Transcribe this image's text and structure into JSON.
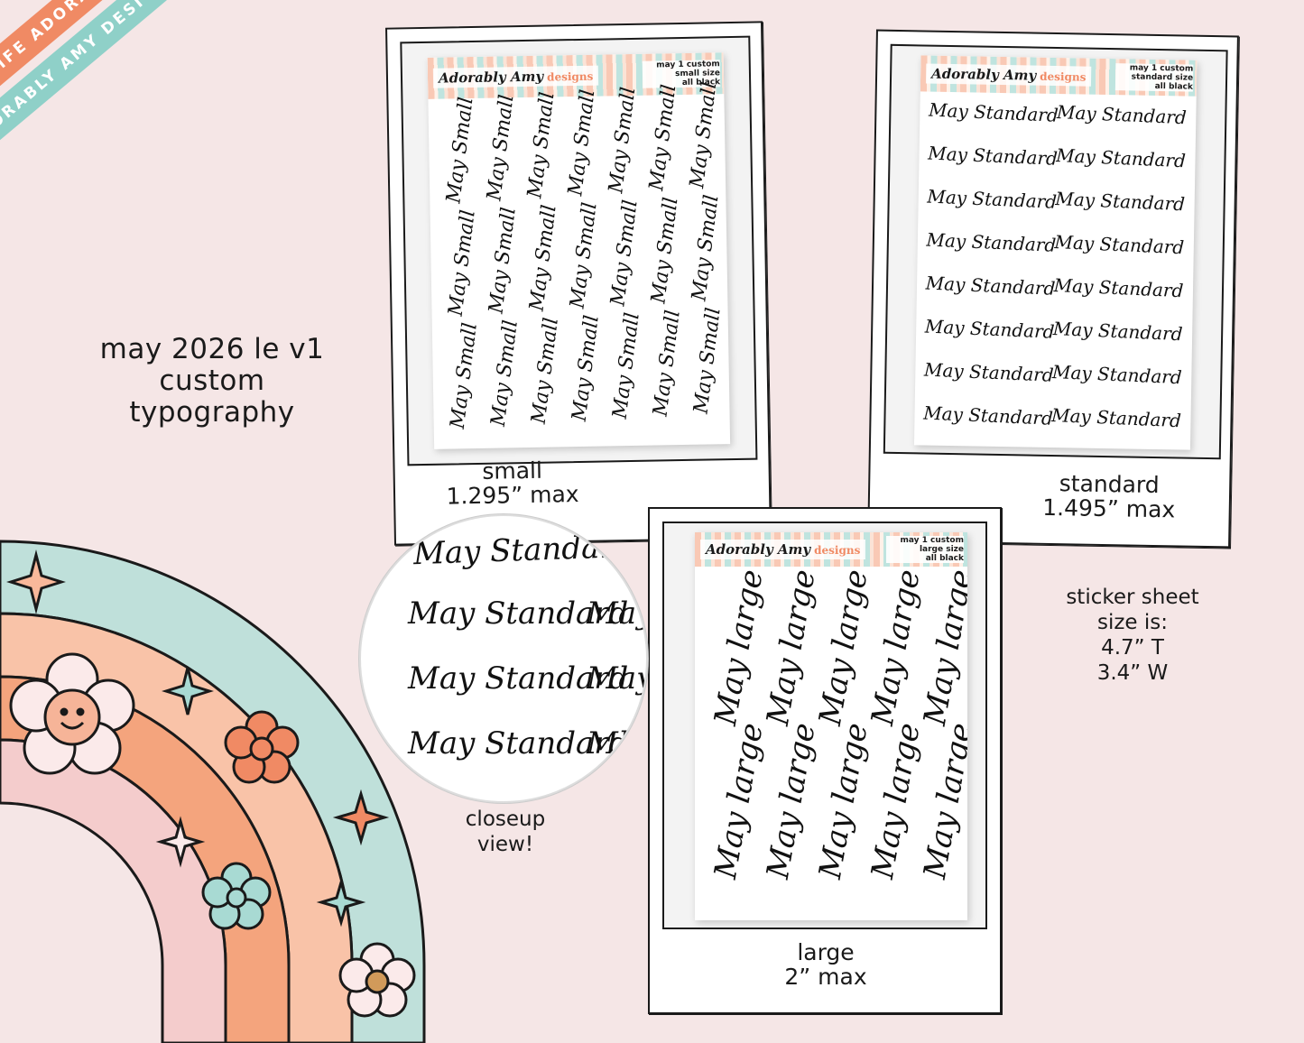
{
  "ribbons": {
    "orange": "PLAN LIFE ADORABLY • PLAN LIFE ADORABLY • PLAN LIFE ADORABLY •",
    "teal": "ADORABLY AMY DESIGNS • ADORABLY AMY DESIGNS • ADORABLY AMY DESIGNS •"
  },
  "title": {
    "line1": "may 2026 le v1",
    "line2": "custom",
    "line3": "typography"
  },
  "brand": {
    "name": "Adorably Amy",
    "suffix": "designs"
  },
  "sheets": {
    "small": {
      "meta1": "may 1 custom",
      "meta2": "small size",
      "meta3": "all black",
      "word": "May Small",
      "caption1": "small",
      "caption2": "1.295” max"
    },
    "standard": {
      "meta1": "may 1 custom",
      "meta2": "standard size",
      "meta3": "all black",
      "word": "May Standard",
      "caption1": "standard",
      "caption2": "1.495” max"
    },
    "large": {
      "meta1": "may 1 custom",
      "meta2": "large size",
      "meta3": "all black",
      "word": "May large",
      "caption1": "large",
      "caption2": "2” max"
    }
  },
  "closeup": {
    "word": "May Standard",
    "partial": "May",
    "partial2": "Ma",
    "label1": "closeup",
    "label2": "view!"
  },
  "size_note": {
    "line1": "sticker sheet",
    "line2": "size is:",
    "line3": "4.7” T",
    "line4": "3.4” W"
  },
  "colors": {
    "bg": "#f5e6e6",
    "orange": "#f08a64",
    "teal": "#8fd0c8",
    "peach": "#f9b89a",
    "pink": "#f2d0d0"
  }
}
